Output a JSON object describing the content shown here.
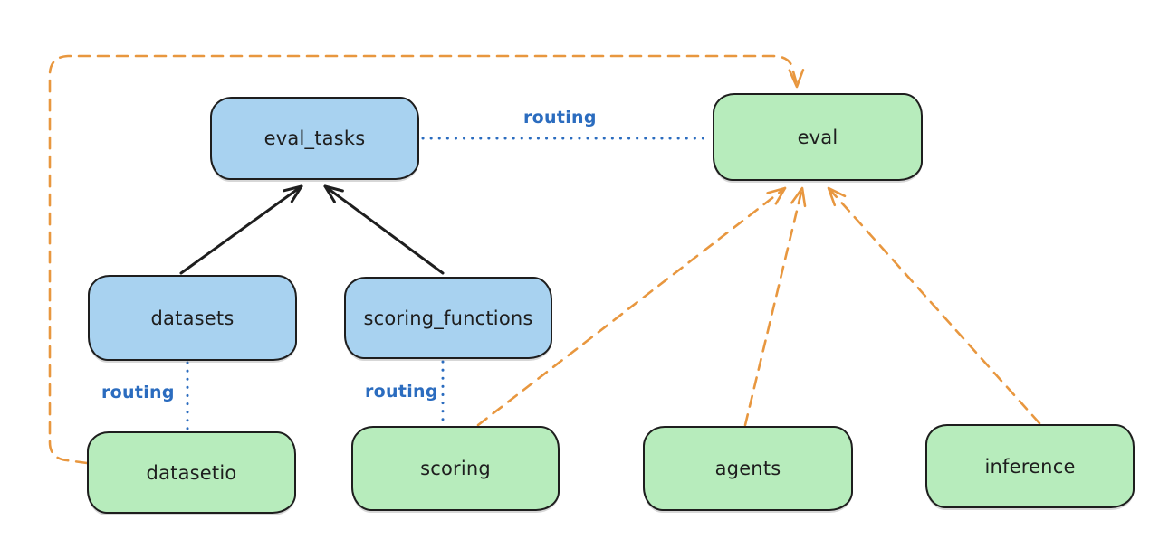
{
  "diagram": {
    "nodes": [
      {
        "id": "eval_tasks",
        "label": "eval_tasks",
        "fill": "#a8d2f0"
      },
      {
        "id": "datasets",
        "label": "datasets",
        "fill": "#a8d2f0"
      },
      {
        "id": "scoring_functions",
        "label": "scoring_functions",
        "fill": "#a8d2f0"
      },
      {
        "id": "eval",
        "label": "eval",
        "fill": "#b7ecbc"
      },
      {
        "id": "datasetio",
        "label": "datasetio",
        "fill": "#b7ecbc"
      },
      {
        "id": "scoring",
        "label": "scoring",
        "fill": "#b7ecbc"
      },
      {
        "id": "agents",
        "label": "agents",
        "fill": "#b7ecbc"
      },
      {
        "id": "inference",
        "label": "inference",
        "fill": "#b7ecbc"
      }
    ],
    "edges": [
      {
        "from": "eval_tasks",
        "to": "eval",
        "label": "routing",
        "style": "dotted",
        "color": "#2b6cbf"
      },
      {
        "from": "datasets",
        "to": "datasetio",
        "label": "routing",
        "style": "dotted",
        "color": "#2b6cbf"
      },
      {
        "from": "scoring_functions",
        "to": "scoring",
        "label": "routing",
        "style": "dotted",
        "color": "#2b6cbf"
      },
      {
        "from": "datasets",
        "to": "eval_tasks",
        "style": "solid-arrow",
        "color": "#1e1e1e"
      },
      {
        "from": "scoring_functions",
        "to": "eval_tasks",
        "style": "solid-arrow",
        "color": "#1e1e1e"
      },
      {
        "from": "datasetio",
        "to": "eval",
        "style": "dashed-arrow",
        "color": "#e8973f"
      },
      {
        "from": "scoring",
        "to": "eval",
        "style": "dashed-arrow",
        "color": "#e8973f"
      },
      {
        "from": "agents",
        "to": "eval",
        "style": "dashed-arrow",
        "color": "#e8973f"
      },
      {
        "from": "inference",
        "to": "eval",
        "style": "dashed-arrow",
        "color": "#e8973f"
      }
    ],
    "colors": {
      "api_fill": "#a8d2f0",
      "provider_fill": "#b7ecbc",
      "stroke": "#1e1e1e",
      "routing_blue": "#2b6cbf",
      "dependency_orange": "#e8973f",
      "background": "#ffffff"
    }
  }
}
